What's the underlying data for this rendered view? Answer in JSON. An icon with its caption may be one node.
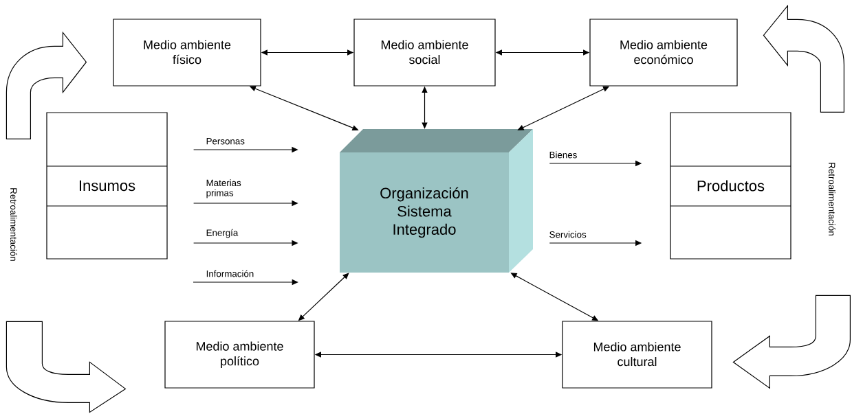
{
  "diagram": {
    "nodes": [
      {
        "text": [
          "Medio ambiente físico"
        ]
      },
      {
        "text": [
          "Medio ambiente social"
        ]
      },
      {
        "text": [
          "Medio ambiente económico"
        ]
      },
      {
        "text": [
          "Insumos"
        ]
      },
      {
        "text": [
          "Organización Sistema Integrado"
        ]
      },
      {
        "text": [
          "Productos"
        ]
      },
      {
        "text": [
          "Medio ambiente político"
        ]
      },
      {
        "text": [
          "Medio ambiente cultural"
        ]
      }
    ],
    "edges": [
      {
        "from": 0,
        "to": 1,
        "arrow": "both"
      },
      {
        "from": 1,
        "to": 2,
        "arrow": "both"
      },
      {
        "from": 0,
        "to": 4,
        "arrow": "both"
      },
      {
        "from": 1,
        "to": 4,
        "arrow": "both"
      },
      {
        "from": 2,
        "to": 4,
        "arrow": "both"
      },
      {
        "from": 3,
        "to": 4,
        "arrow": "to",
        "label": "Personas"
      },
      {
        "from": 3,
        "to": 4,
        "arrow": "to",
        "label": "Materias primas"
      },
      {
        "from": 3,
        "to": 4,
        "arrow": "to",
        "label": "Energía"
      },
      {
        "from": 4,
        "to": 5,
        "arrow": "to",
        "label": "Bienes"
      },
      {
        "from": 4,
        "to": 5,
        "arrow": "to",
        "label": "Servicios"
      },
      {
        "from": 4,
        "to": 6,
        "arrow": "both"
      },
      {
        "from": 4,
        "to": 7,
        "arrow": "both"
      },
      {
        "from": 6,
        "to": 7,
        "arrow": "both"
      },
      {
        "from": 3,
        "to": 0,
        "arrow": "to"
      },
      {
        "from": 5,
        "to": 2,
        "arrow": "to"
      },
      {
        "from": 3,
        "to": 6,
        "arrow": "to"
      },
      {
        "from": 5,
        "to": 7,
        "arrow": "to"
      }
    ],
    "labels": [
      "Retroalimentación",
      "Retroalimentación",
      "Información"
    ]
  }
}
